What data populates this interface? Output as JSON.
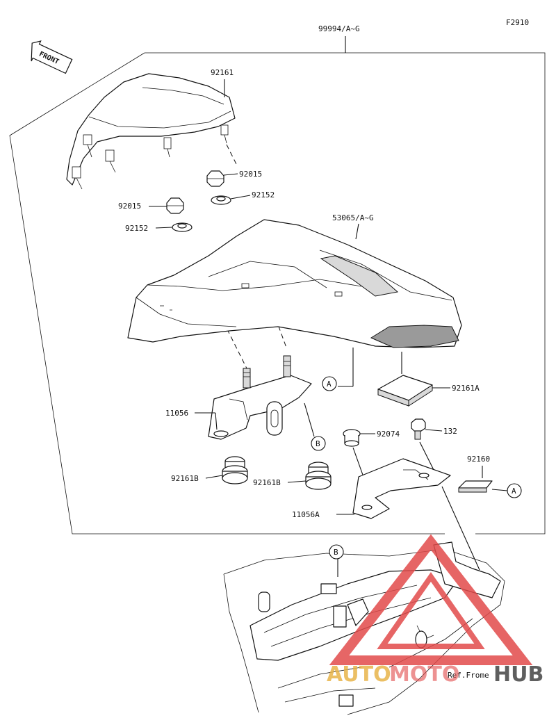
{
  "figure_code": "F2910",
  "front_label": "FRONT",
  "kit_number": "99994/A~G",
  "parts": {
    "p92161": "92161",
    "p92015_a": "92015",
    "p92152_a": "92152",
    "p92015_b": "92015",
    "p92152_b": "92152",
    "p53065": "53065/A~G",
    "p11056": "11056",
    "p92161A": "92161A",
    "p92074": "92074",
    "p132": "132",
    "p92160": "92160",
    "p92161B_a": "92161B",
    "p92161B_b": "92161B",
    "p11056A": "11056A"
  },
  "refs": {
    "a1": "A",
    "a2": "A",
    "b1": "B",
    "b2": "B"
  },
  "ref_frame_label": "Ref.Frome",
  "watermark": {
    "part1": "AUTO",
    "part2": "MOTO",
    "part3": "HUB",
    "color1": "#e8b44a",
    "color2": "#e24b4b",
    "color3": "#444444"
  }
}
